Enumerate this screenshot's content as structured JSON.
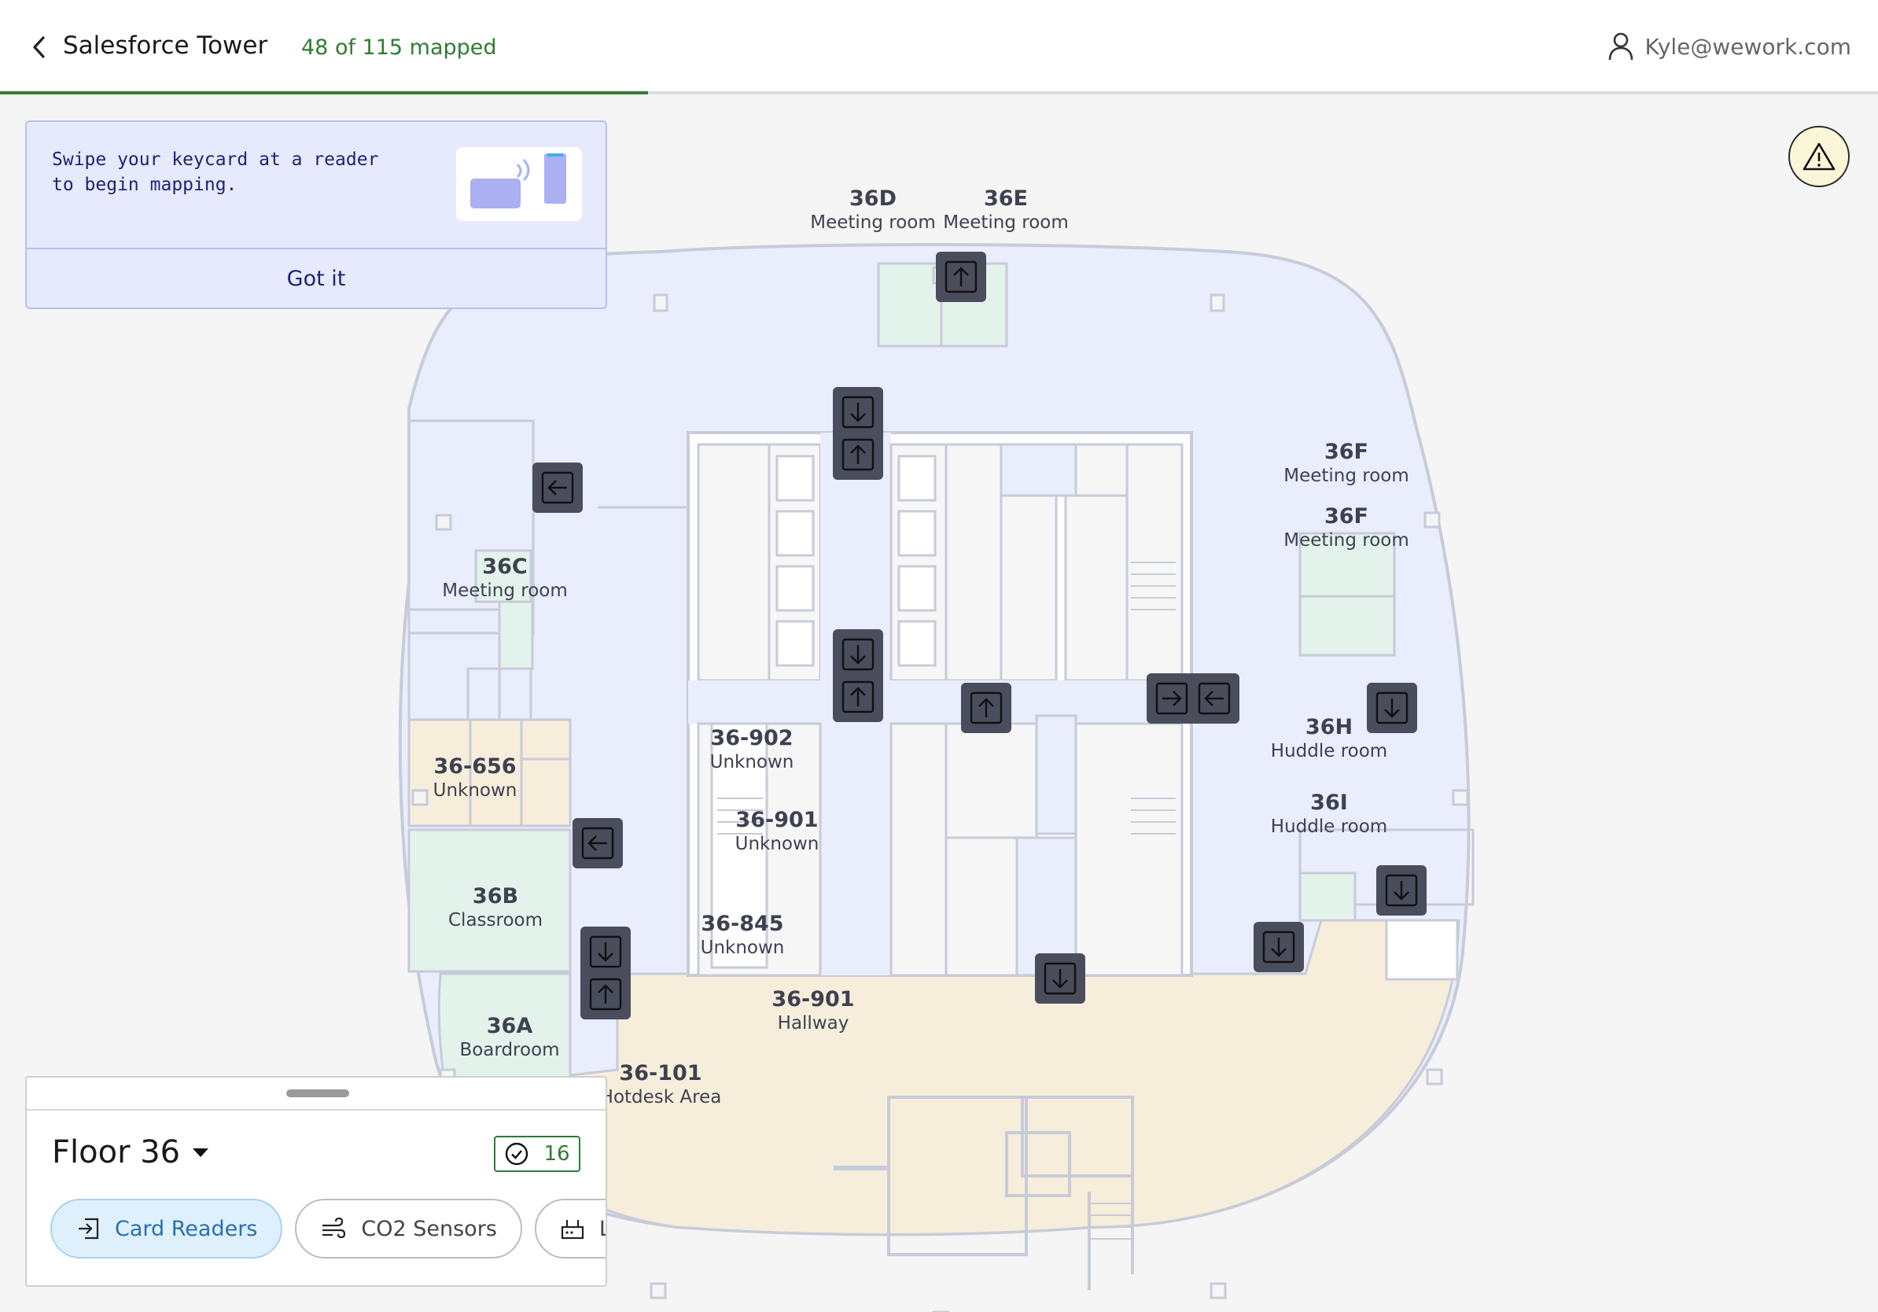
{
  "header": {
    "title": "Salesforce Tower",
    "mapped_status": "48 of 115 mapped",
    "mapped_done": 48,
    "mapped_total": 115,
    "user_email": "Kyle@wework.com"
  },
  "tip": {
    "text": "Swipe your keycard at a reader\nto begin mapping.",
    "button_label": "Got it"
  },
  "floor_panel": {
    "floor_label": "Floor 36",
    "verified_count": "16",
    "filters": [
      {
        "label": "Card Readers",
        "icon": "card-reader-icon",
        "active": true
      },
      {
        "label": "CO2 Sensors",
        "icon": "wind-icon",
        "active": false
      },
      {
        "label": "Lo",
        "icon": "router-icon",
        "active": false
      }
    ]
  },
  "rooms": [
    {
      "id": "36D",
      "type": "Meeting room"
    },
    {
      "id": "36E",
      "type": "Meeting room"
    },
    {
      "id": "36F",
      "type": "Meeting room"
    },
    {
      "id": "36F",
      "type": "Meeting room"
    },
    {
      "id": "36C",
      "type": "Meeting room"
    },
    {
      "id": "36-902",
      "type": "Unknown"
    },
    {
      "id": "36-656",
      "type": "Unknown"
    },
    {
      "id": "36-901",
      "type": "Unknown"
    },
    {
      "id": "36H",
      "type": "Huddle room"
    },
    {
      "id": "36I",
      "type": "Huddle room"
    },
    {
      "id": "36B",
      "type": "Classroom"
    },
    {
      "id": "36-845",
      "type": "Unknown"
    },
    {
      "id": "36-901",
      "type": "Hallway"
    },
    {
      "id": "36A",
      "type": "Boardroom"
    },
    {
      "id": "36-101",
      "type": "Hotdesk Area"
    }
  ],
  "colors": {
    "accent_green": "#2e7d32",
    "floor_fill": "#e9edfc",
    "meeting_room_fill": "#e3f3eb",
    "unknown_fill": "#f6eedb",
    "device_marker": "#4a4d5c",
    "tip_background": "#e7e9fc",
    "active_chip": "#def0fb"
  }
}
